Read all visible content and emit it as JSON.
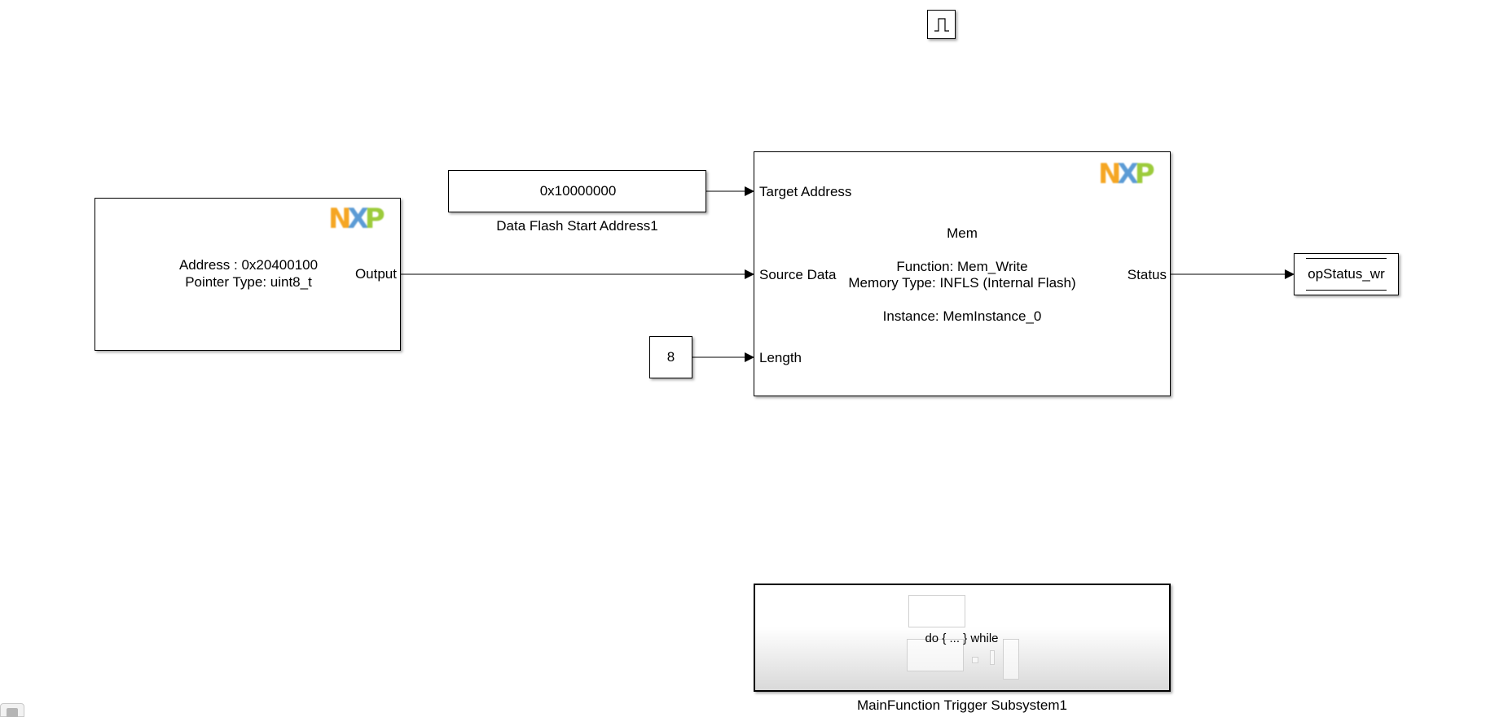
{
  "blocks": {
    "pointer_block": {
      "line1": "Address : 0x20400100",
      "line2": "Pointer Type: uint8_t",
      "output_port": "Output",
      "logo": "NXP"
    },
    "address_constant": {
      "value": "0x10000000",
      "caption": "Data Flash Start Address1"
    },
    "length_constant": {
      "value": "8"
    },
    "mem_block": {
      "title": "Mem",
      "function": "Function: Mem_Write",
      "memory_type": "Memory Type: INFLS (Internal Flash)",
      "instance": "Instance: MemInstance_0",
      "in_port_target": "Target Address",
      "in_port_source": "Source Data",
      "in_port_length": "Length",
      "out_port_status": "Status",
      "logo": "NXP"
    },
    "goto_block": {
      "tag": "opStatus_wr"
    },
    "subsystem_block": {
      "inner_text": "do { ... } while",
      "caption": "MainFunction Trigger Subsystem1"
    },
    "pulse_block": {
      "icon": "pulse-icon"
    }
  },
  "colors": {
    "nxp_n": "#f5a623",
    "nxp_x": "#5b9bd5",
    "nxp_p": "#9ccb3b"
  }
}
